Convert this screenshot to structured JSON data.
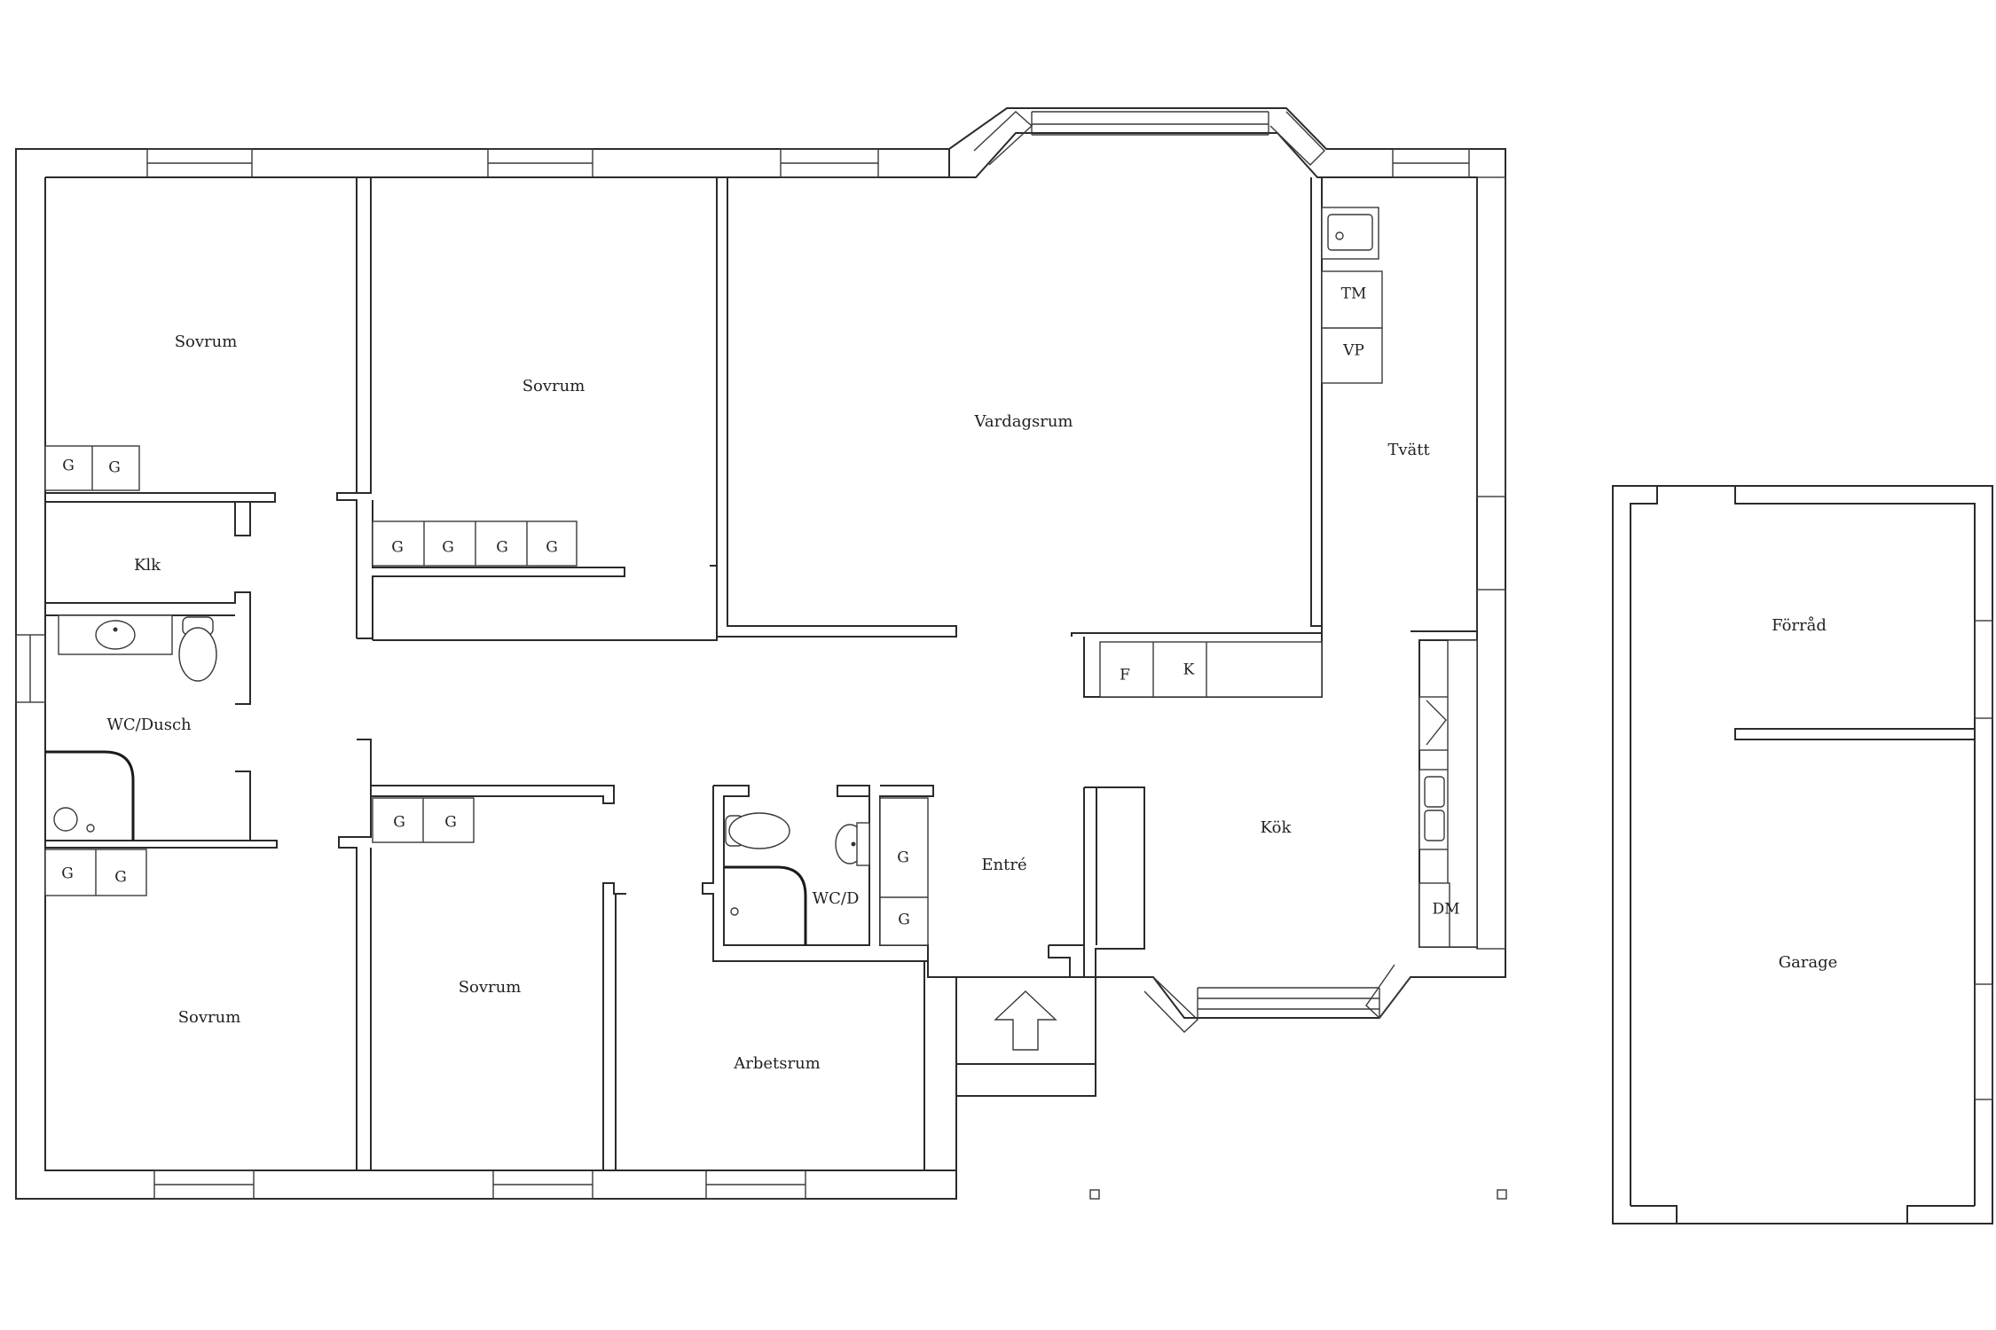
{
  "rooms": {
    "sovrum_1": "Sovrum",
    "sovrum_2": "Sovrum",
    "sovrum_3": "Sovrum",
    "sovrum_4": "Sovrum",
    "vardagsrum": "Vardagsrum",
    "tvatt": "Tvätt",
    "klk": "Klk",
    "wc_dusch": "WC/Dusch",
    "wc_d": "WC/D",
    "entre": "Entré",
    "kok": "Kök",
    "arbetsrum": "Arbetsrum",
    "forrad": "Förråd",
    "garage": "Garage"
  },
  "wardrobe_label": "G",
  "appliances": {
    "tm": "TM",
    "vp": "VP",
    "f": "F",
    "k": "K",
    "dm": "DM"
  }
}
